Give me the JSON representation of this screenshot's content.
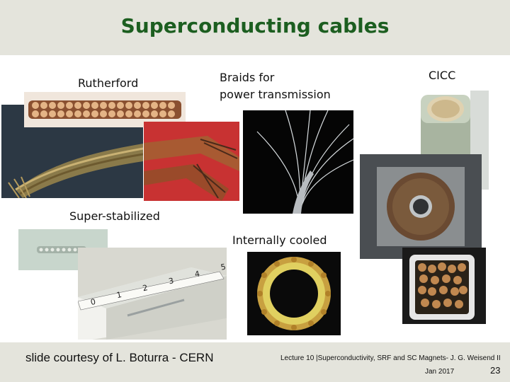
{
  "slide": {
    "title": "Superconducting cables",
    "labels": {
      "rutherford": "Rutherford",
      "braids_line1": "Braids for",
      "braids_line2": "power transmission",
      "cicc": "CICC",
      "super_stabilized": "Super-stabilized",
      "internally_cooled": "Internally cooled"
    },
    "ruler_marks": [
      "0",
      "1",
      "2",
      "3",
      "4",
      "5"
    ],
    "footer": {
      "credit": "slide courtesy of L. Boturra  - CERN",
      "lecture": "Lecture 10  |Superconductivity, SRF and SC Magnets- J. G. Weisend II",
      "date": "Jan 2017",
      "page_number": "23"
    }
  },
  "colors": {
    "title": "#1c5e20",
    "band": "#e4e4dc",
    "copper": "#b06a3a",
    "red_background": "#c83232"
  }
}
